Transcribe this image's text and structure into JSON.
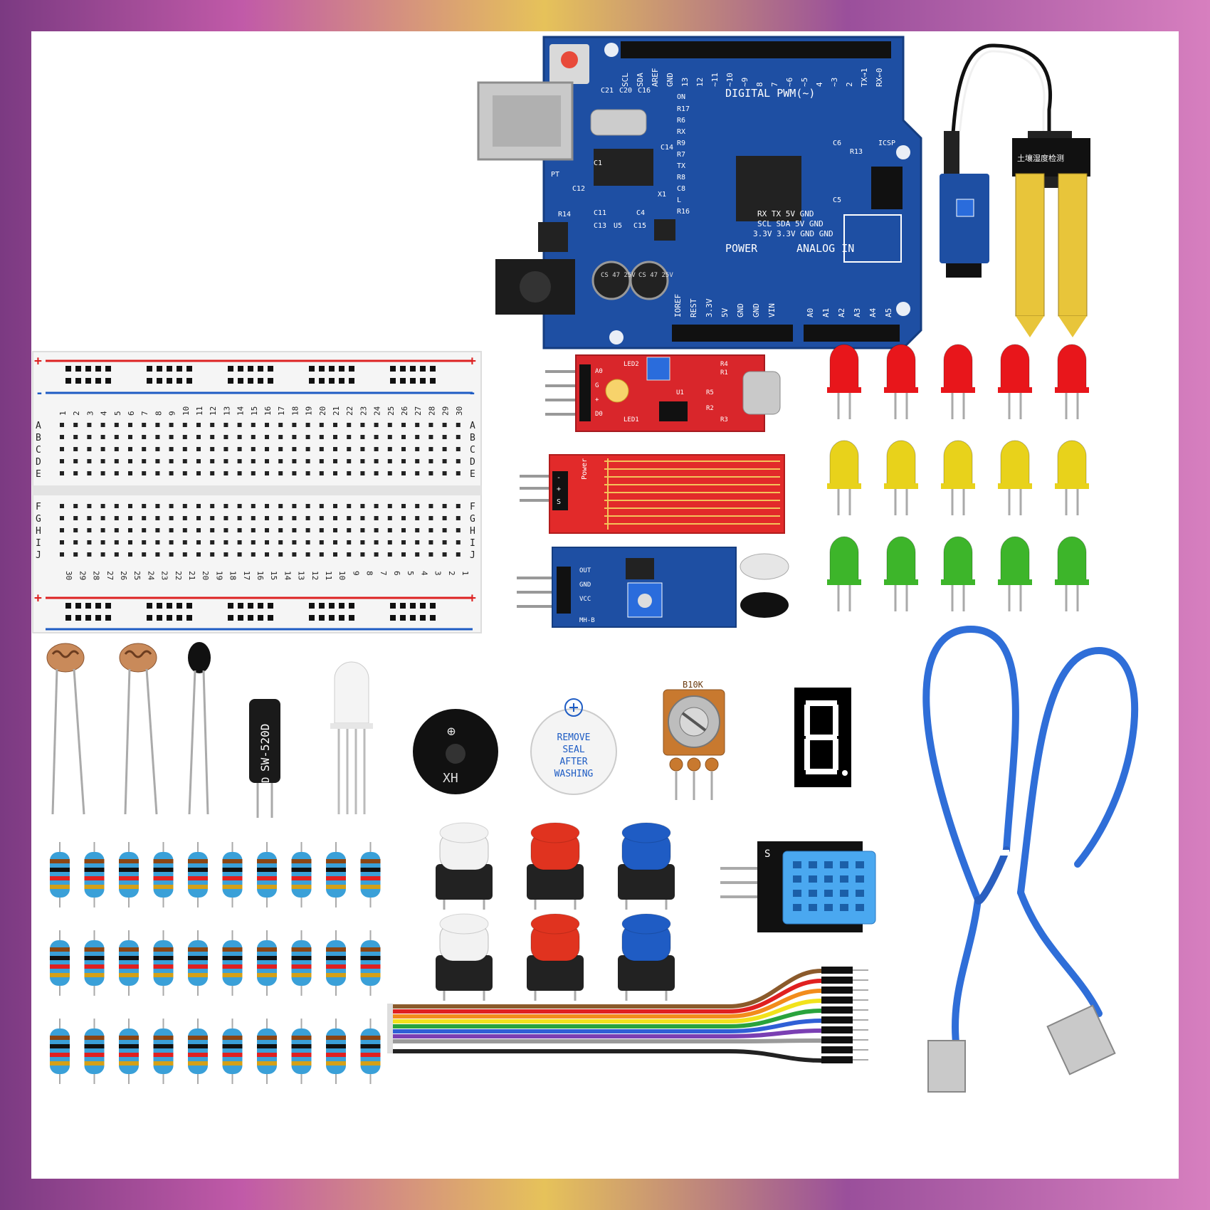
{
  "board": {
    "digital_header": "DIGITAL PWM(~)",
    "power_label": "POWER",
    "analog_label": "ANALOG IN",
    "power_pins": [
      "IOREF",
      "REST",
      "3.3V",
      "5V",
      "GND",
      "GND",
      "VIN"
    ],
    "analog_pins": [
      "A0",
      "A1",
      "A2",
      "A3",
      "A4",
      "A5"
    ],
    "top_pins": [
      "SCL",
      "SDA",
      "AREF",
      "GND",
      "13",
      "12",
      "~11",
      "~10",
      "~9",
      "8",
      "7",
      "~6",
      "~5",
      "4",
      "~3",
      "2",
      "TX→1",
      "RX←0"
    ],
    "silkscreen": [
      "C21",
      "C20",
      "C16",
      "ON",
      "R17",
      "R6",
      "RX",
      "R9",
      "R7",
      "TX",
      "R8",
      "C8",
      "L",
      "R16",
      "C6",
      "R13",
      "ICSP",
      "C5",
      "C14",
      "C1",
      "C12",
      "PT",
      "R14",
      "X1",
      "C11",
      "C4",
      "C13",
      "U5",
      "C15"
    ],
    "capacitor_1": "CS 47 25V",
    "capacitor_2": "CS 47 25V",
    "i2c_rows": [
      "RX  TX  5V  GND",
      "SCL SDA 5V  GND",
      "3.3V 3.3V GND GND"
    ]
  },
  "soil_sensor": {
    "label": "土壤湿度检测"
  },
  "breadboard": {
    "row_letters_top": [
      "A",
      "B",
      "C",
      "D",
      "E"
    ],
    "row_letters_bottom": [
      "F",
      "G",
      "H",
      "I",
      "J"
    ],
    "columns": [
      "1",
      "2",
      "3",
      "4",
      "5",
      "6",
      "7",
      "8",
      "9",
      "10",
      "11",
      "12",
      "13",
      "14",
      "15",
      "16",
      "17",
      "18",
      "19",
      "20",
      "21",
      "22",
      "23",
      "24",
      "25",
      "26",
      "27",
      "28",
      "29",
      "30"
    ],
    "plus": "+",
    "minus": "-"
  },
  "modules": {
    "sound": {
      "labels": [
        "A0",
        "G",
        "+",
        "D0",
        "LED2",
        "LED1",
        "R4",
        "R1",
        "R3",
        "U1",
        "R2",
        "R5"
      ]
    },
    "water": {
      "labels": [
        "-",
        "+",
        "S",
        "Power"
      ]
    },
    "ir": {
      "labels": [
        "OUT",
        "GND",
        "VCC",
        "MH-B"
      ]
    }
  },
  "leds": {
    "rows": [
      {
        "color": "#e8161b"
      },
      {
        "color": "#e8d21b"
      },
      {
        "color": "#3db52a"
      }
    ],
    "per_row": 5
  },
  "components": {
    "tilt_switch": "SW-520D",
    "tilt_marker": "D",
    "buzzer_label": "XH",
    "buzzer_plus": "⊕",
    "sealed_buzzer": [
      "REMOVE",
      "SEAL",
      "AFTER",
      "WASHING"
    ],
    "pot_label": "B10K",
    "dht_label": "S"
  },
  "buttons": [
    {
      "color": "#f2f2f2"
    },
    {
      "color": "#e0331f"
    },
    {
      "color": "#1f5cc4"
    },
    {
      "color": "#f2f2f2"
    },
    {
      "color": "#e0331f"
    },
    {
      "color": "#1f5cc4"
    }
  ],
  "resistors": {
    "rows": 3,
    "per_row": 10
  },
  "wires": {
    "colors": [
      "#8b5a2b",
      "#e02020",
      "#f28c1c",
      "#f2e21c",
      "#29a33c",
      "#2f5fd6",
      "#7a3fb3",
      "#9a9a9a",
      "#ffffff",
      "#222222"
    ]
  }
}
